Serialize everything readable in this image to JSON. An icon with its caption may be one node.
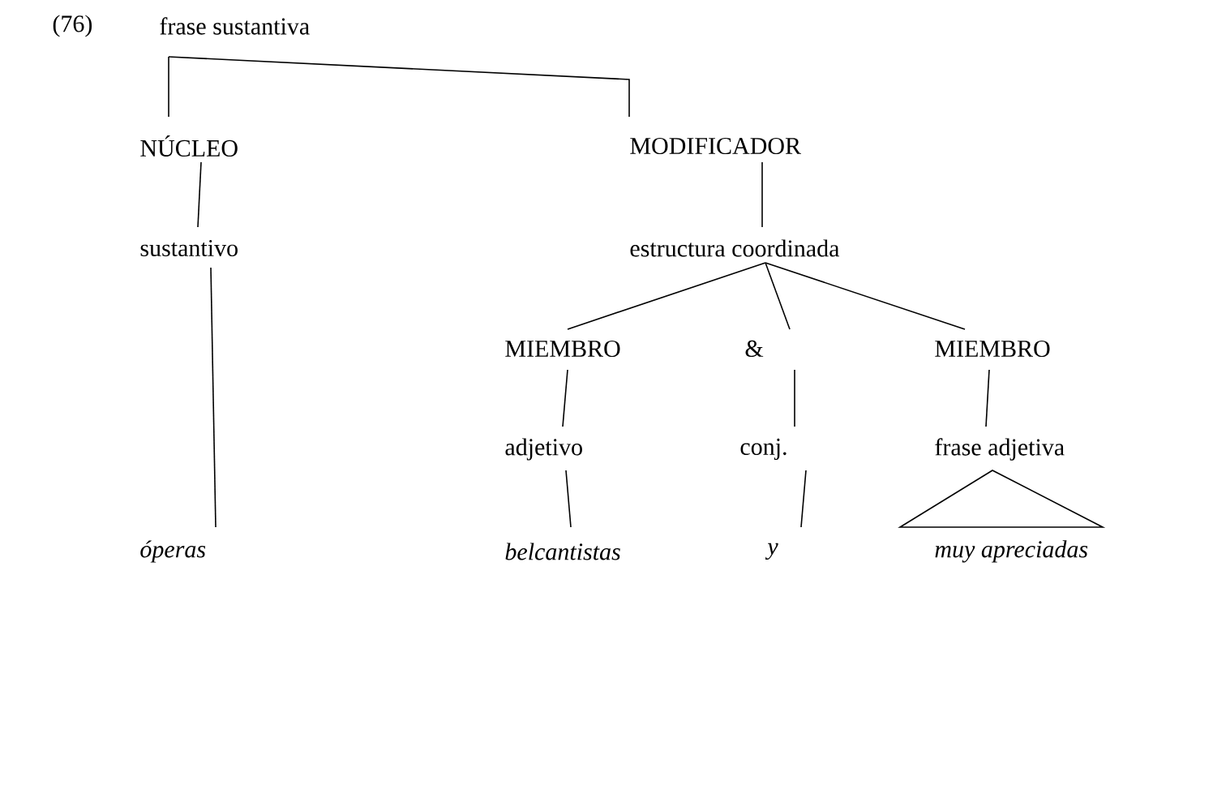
{
  "diagram": {
    "nodes": [
      {
        "text": [
          "frase sustantiva"
        ]
      },
      {
        "text": [
          "NÚCLEO"
        ]
      },
      {
        "text": [
          "MODIFICADOR"
        ]
      },
      {
        "text": [
          "sustantivo"
        ]
      },
      {
        "text": [
          "estructura coordinada"
        ]
      },
      {
        "text": [
          "MIEMBRO"
        ]
      },
      {
        "text": [
          "&"
        ]
      },
      {
        "text": [
          "MIEMBRO"
        ]
      },
      {
        "text": [
          "adjetivo"
        ]
      },
      {
        "text": [
          "conj."
        ]
      },
      {
        "text": [
          "frase adjetiva"
        ]
      },
      {
        "text": [
          "óperas"
        ]
      },
      {
        "text": [
          "belcantistas"
        ]
      },
      {
        "text": [
          "y"
        ]
      },
      {
        "text": [
          "muy apreciadas"
        ]
      }
    ],
    "edges": [
      {
        "from": 0,
        "to": 1,
        "arrow": "none"
      },
      {
        "from": 0,
        "to": 2,
        "arrow": "none"
      },
      {
        "from": 1,
        "to": 3,
        "arrow": "none"
      },
      {
        "from": 2,
        "to": 4,
        "arrow": "none"
      },
      {
        "from": 4,
        "to": 5,
        "arrow": "none"
      },
      {
        "from": 4,
        "to": 6,
        "arrow": "none"
      },
      {
        "from": 4,
        "to": 7,
        "arrow": "none"
      },
      {
        "from": 5,
        "to": 8,
        "arrow": "none"
      },
      {
        "from": 6,
        "to": 9,
        "arrow": "none"
      },
      {
        "from": 7,
        "to": 10,
        "arrow": "none"
      },
      {
        "from": 3,
        "to": 11,
        "arrow": "none"
      },
      {
        "from": 8,
        "to": 12,
        "arrow": "none"
      },
      {
        "from": 9,
        "to": 13,
        "arrow": "none"
      },
      {
        "from": 10,
        "to": 14,
        "arrow": "none"
      }
    ],
    "labels": [
      "(76)"
    ]
  }
}
